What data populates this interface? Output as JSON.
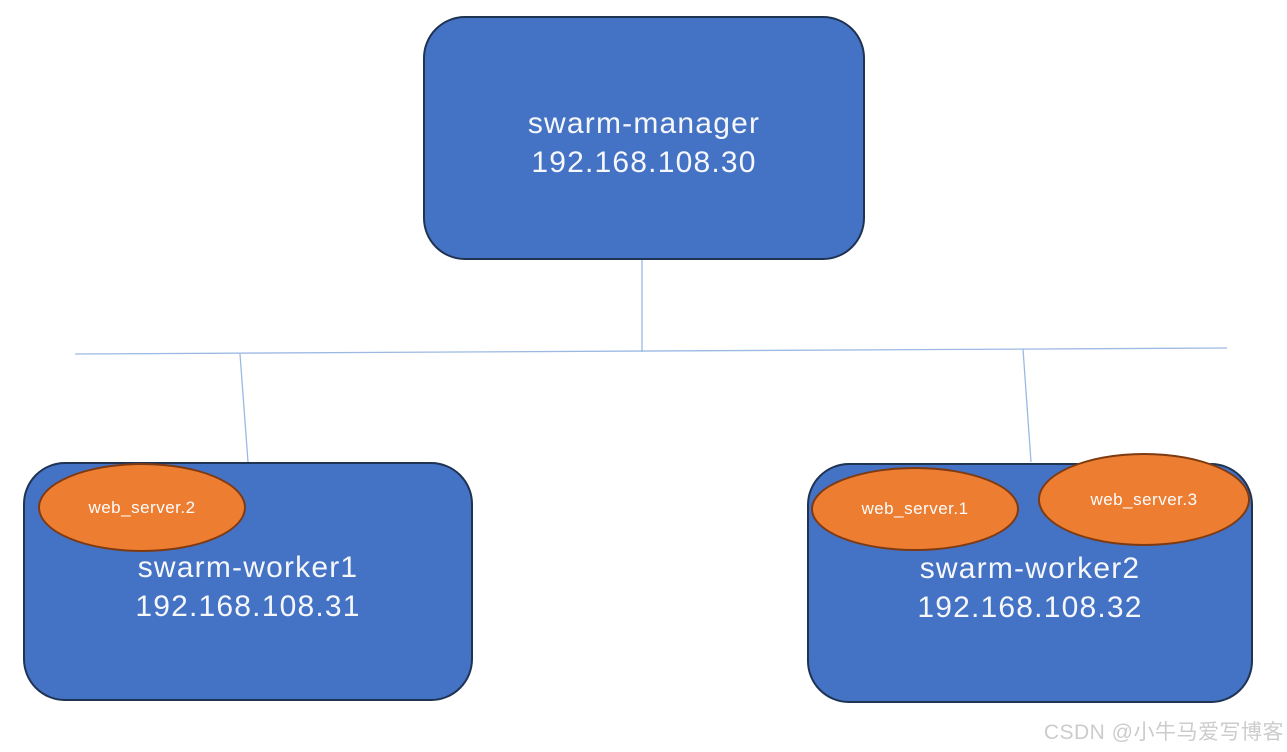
{
  "diagram": {
    "title_hint": "docker-swarm-cluster-topology",
    "manager": {
      "name": "swarm-manager",
      "ip": "192.168.108.30"
    },
    "worker1": {
      "name": "swarm-worker1",
      "ip": "192.168.108.31"
    },
    "worker2": {
      "name": "swarm-worker2",
      "ip": "192.168.108.32"
    },
    "tasks": {
      "web_server_1": "web_server.1",
      "web_server_2": "web_server.2",
      "web_server_3": "web_server.3"
    },
    "task_placement": {
      "swarm-worker1": [
        "web_server.2"
      ],
      "swarm-worker2": [
        "web_server.1",
        "web_server.3"
      ]
    },
    "colors": {
      "node_fill": "#4472C4",
      "node_border": "#1F3352",
      "task_fill": "#ED7D31",
      "task_border": "#7E3A12",
      "connector": "#9CB9E3",
      "node_text": "#F5F7FA",
      "watermark_text": "#CCCCCC"
    }
  },
  "watermark": "CSDN @小牛马爱写博客"
}
